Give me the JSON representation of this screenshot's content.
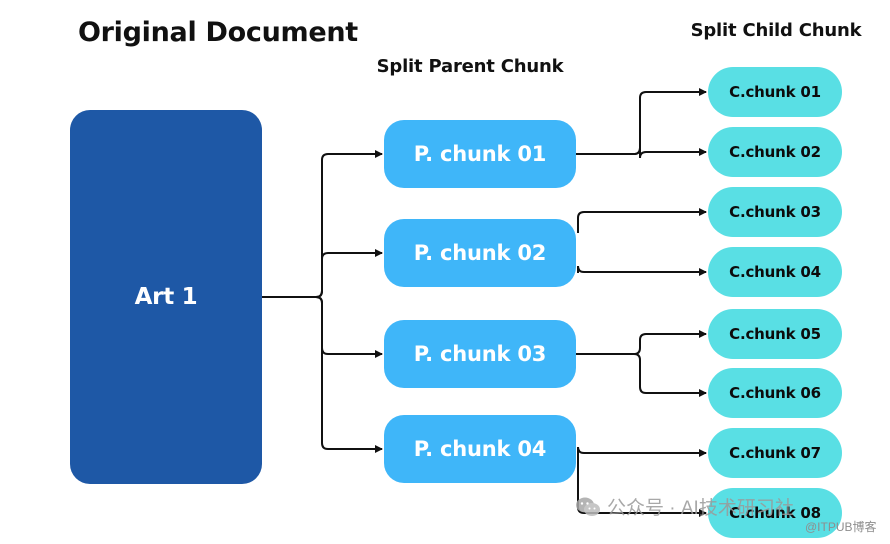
{
  "headings": {
    "original": "Original Document",
    "parent": "Split Parent Chunk",
    "child": "Split Child Chunk"
  },
  "document": {
    "label": "Art 1",
    "color": "#1e58a6"
  },
  "parent_chunks": [
    {
      "label": "P. chunk 01",
      "children": [
        0,
        1
      ]
    },
    {
      "label": "P. chunk 02",
      "children": [
        2,
        3
      ]
    },
    {
      "label": "P. chunk 03",
      "children": [
        4,
        5
      ]
    },
    {
      "label": "P. chunk 04",
      "children": [
        6,
        7
      ]
    }
  ],
  "child_chunks": [
    {
      "label": "C.chunk 01"
    },
    {
      "label": "C.chunk 02"
    },
    {
      "label": "C.chunk 03"
    },
    {
      "label": "C.chunk 04"
    },
    {
      "label": "C.chunk 05"
    },
    {
      "label": "C.chunk 06"
    },
    {
      "label": "C.chunk 07"
    },
    {
      "label": "C.chunk 08"
    }
  ],
  "colors": {
    "parent": "#3fb6f9",
    "child": "#59dfe4",
    "connector": "#111111"
  },
  "watermark": {
    "text": "公众号 · AI技术研习社",
    "site": "@ITPUB博客",
    "icon": "wechat-icon"
  }
}
